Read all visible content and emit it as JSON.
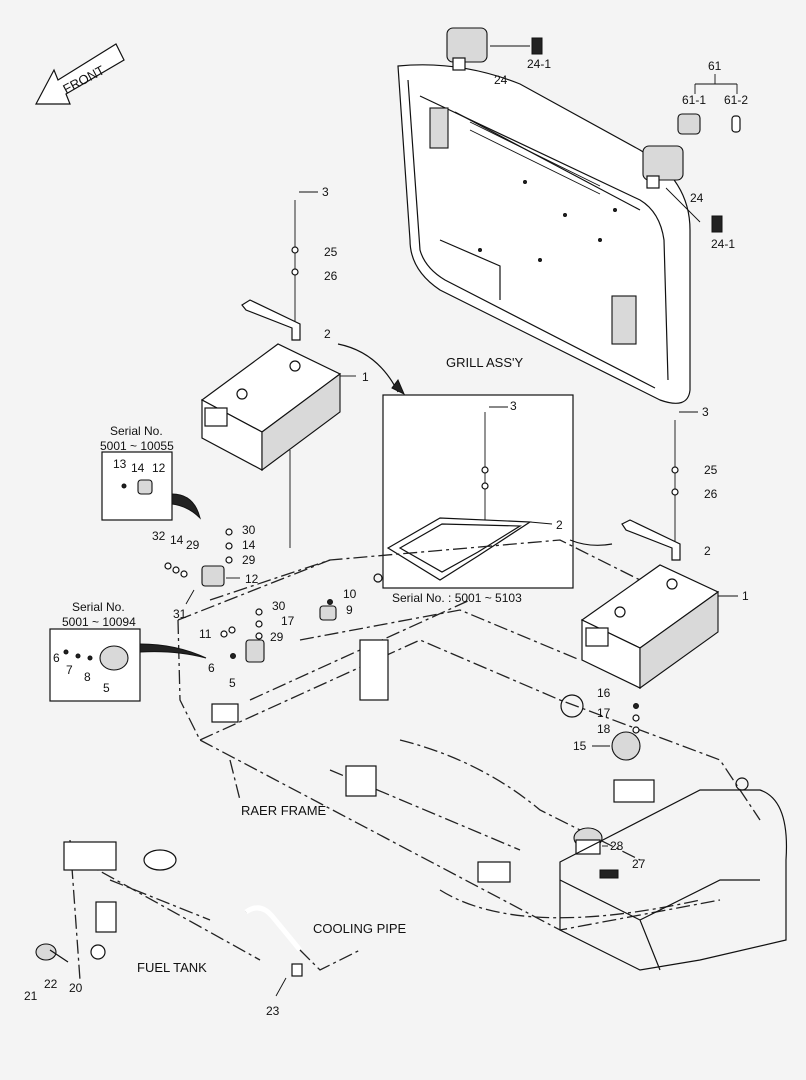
{
  "direction_label": "FRONT",
  "section_labels": {
    "grill": "GRILL ASS'Y",
    "frame": "RAER FRAME",
    "cooling": "COOLING PIPE",
    "fuel": "FUEL TANK"
  },
  "serial_notes": {
    "upper": {
      "line1": "Serial No.",
      "line2": "5001 ~ 10055"
    },
    "lower": {
      "line1": "Serial No.",
      "line2": "5001 ~ 10094"
    },
    "inset": "Serial No.  : 5001 ~ 5103"
  },
  "callouts": {
    "c1a": "1",
    "c1b": "1",
    "c2a": "2",
    "c2b": "2",
    "c2c": "2",
    "c3a": "3",
    "c3b": "3",
    "c3c": "3",
    "c5a": "5",
    "c5b": "5",
    "c6a": "6",
    "c6b": "6",
    "c7": "7",
    "c8": "8",
    "c9": "9",
    "c10": "10",
    "c11": "11",
    "c12a": "12",
    "c12b": "12",
    "c13": "13",
    "c14a": "14",
    "c14b": "14",
    "c14c": "14",
    "c15": "15",
    "c16": "16",
    "c17a": "17",
    "c17b": "17",
    "c18": "18",
    "c20": "20",
    "c21": "21",
    "c22": "22",
    "c23": "23",
    "c24a": "24",
    "c24b": "24",
    "c24_1a": "24-1",
    "c24_1b": "24-1",
    "c25a": "25",
    "c25b": "25",
    "c26a": "26",
    "c26b": "26",
    "c27": "27",
    "c28": "28",
    "c29a": "29",
    "c29b": "29",
    "c29c": "29",
    "c30a": "30",
    "c30b": "30",
    "c31": "31",
    "c32": "32",
    "c61": "61",
    "c61_1": "61-1",
    "c61_2": "61-2"
  }
}
